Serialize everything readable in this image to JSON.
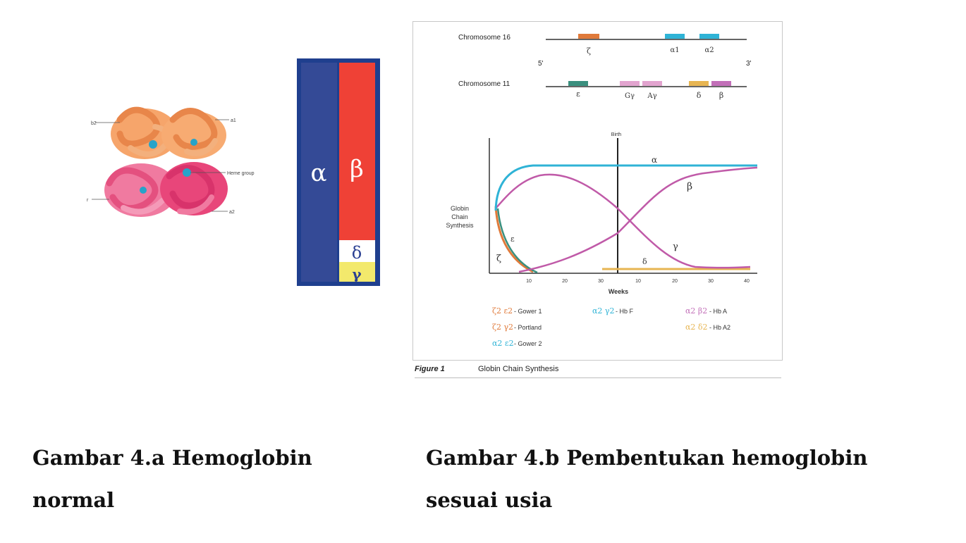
{
  "illustration": {
    "labels": {
      "b2": "b2",
      "a1": "a1",
      "heme": "Heme group",
      "g": "r",
      "a2": "a2"
    }
  },
  "bar_diagram": {
    "alpha": "α",
    "beta": "β",
    "delta": "δ",
    "gamma": "γ",
    "colors": {
      "border": "#1f3f8e",
      "alpha": "#344a96",
      "beta": "#ef4136",
      "delta": "#ffffff",
      "gamma": "#f3e96c"
    }
  },
  "figure": {
    "chromosome16": {
      "label": "Chromosome 16",
      "genes": [
        "ζ",
        "α1",
        "α2"
      ],
      "end5": "5'",
      "end3": "3'"
    },
    "chromosome11": {
      "label": "Chromosome 11",
      "genes": [
        "ε",
        "Gγ",
        "Aγ",
        "δ",
        "β"
      ]
    },
    "ylabel": [
      "Globin",
      "Chain",
      "Synthesis"
    ],
    "xlabel": "Weeks",
    "birth_label": "Birth",
    "x_ticks": [
      "10",
      "20",
      "30",
      "10",
      "20",
      "30",
      "40"
    ],
    "curve_labels": {
      "alpha": "α",
      "beta": "β",
      "gamma": "γ",
      "epsilon": "ε",
      "zeta": "ζ",
      "delta": "δ"
    },
    "legend": [
      {
        "chains": "ζ2 ε2",
        "name": "- Gower 1"
      },
      {
        "chains": "ζ2 γ2",
        "name": "- Portland"
      },
      {
        "chains": "α2 ε2",
        "name": "- Gower 2"
      },
      {
        "chains": "α2 γ2",
        "name": "- Hb F"
      },
      {
        "chains": "α2 β2",
        "name": "- Hb A"
      },
      {
        "chains": "α2 δ2",
        "name": "- Hb A2"
      }
    ],
    "colors": {
      "zeta": "#e07a3a",
      "alpha": "#2fb3d6",
      "epsilon": "#3a8f7e",
      "gamma": "#e2a4cf",
      "delta": "#e7b552",
      "beta": "#c26fb8",
      "curve_bg": "#c05aa8"
    },
    "caption_label": "Figure 1",
    "caption_text": "Globin Chain Synthesis"
  },
  "captions": {
    "left": [
      "Gambar 4.a Hemoglobin",
      "normal"
    ],
    "right": [
      "Gambar 4.b Pembentukan hemoglobin",
      "sesuai usia"
    ]
  }
}
